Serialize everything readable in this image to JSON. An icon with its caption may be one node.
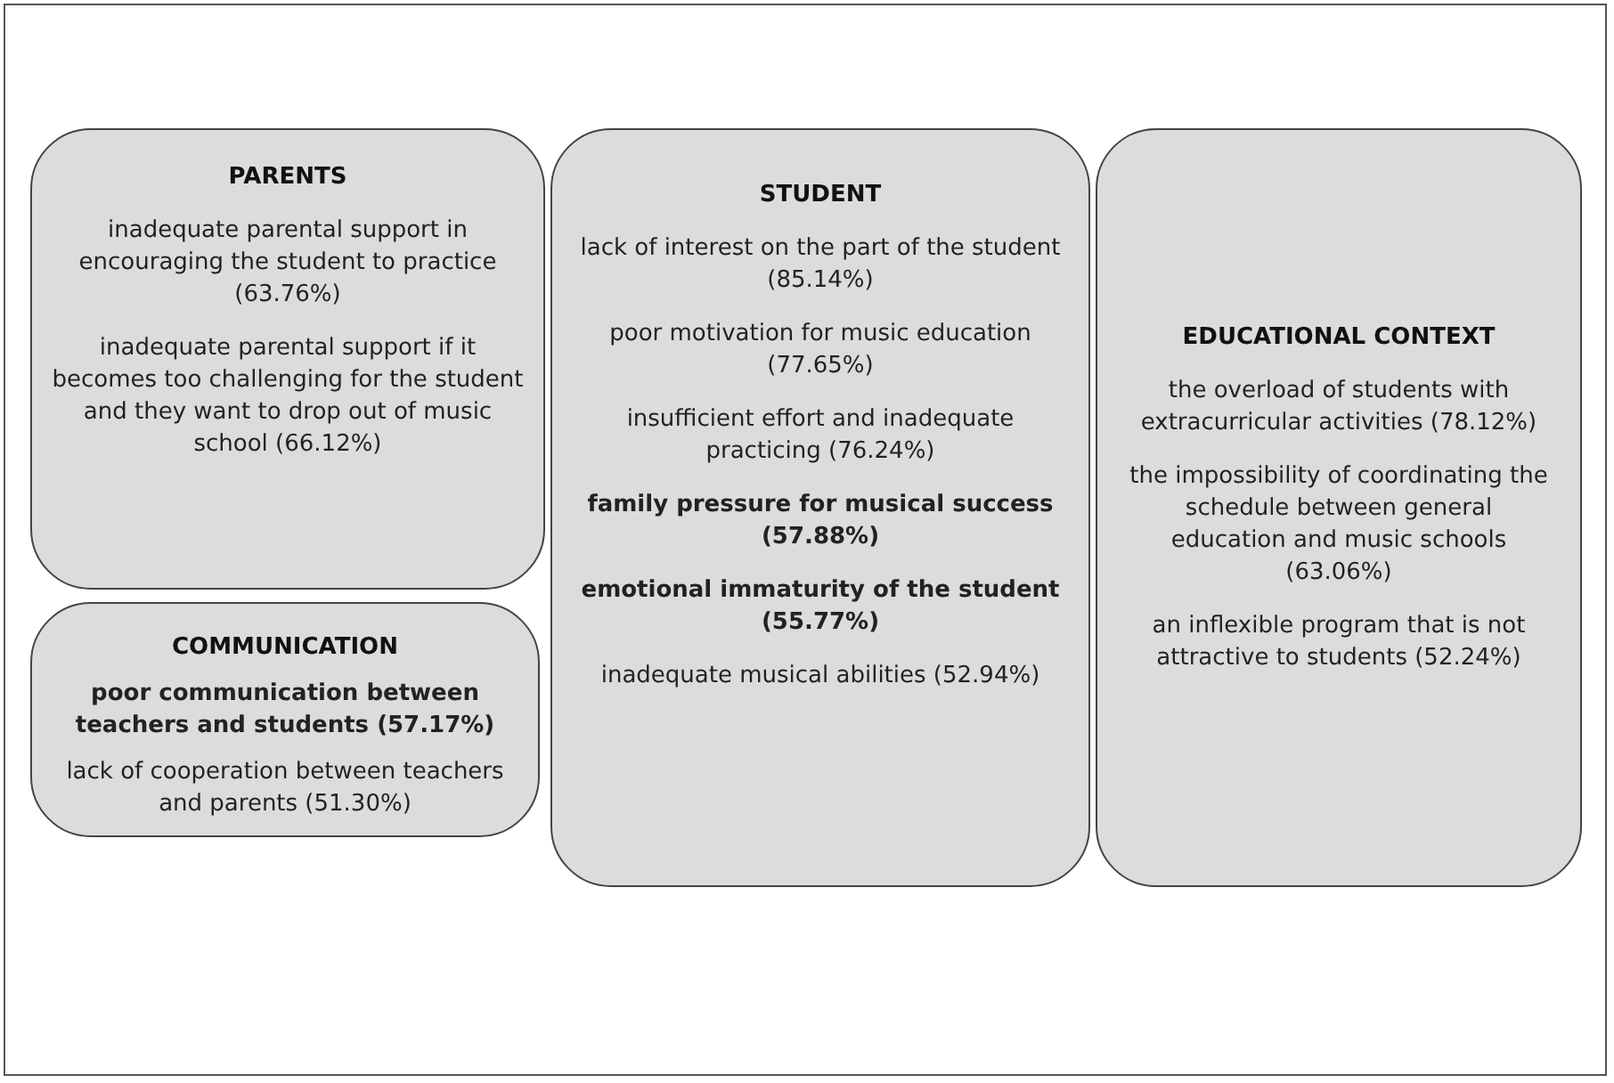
{
  "diagram": {
    "nodes": [
      {
        "text": [
          "PARENTS",
          "inadequate parental support in encouraging the student to practice (63.76%)",
          "inadequate parental support if it becomes too challenging for the student and they want to drop out of music school (66.12%)"
        ]
      },
      {
        "text": [
          "COMMUNICATION",
          "**poor communication between teachers and students (57.17%)**",
          "lack of cooperation between teachers and parents (51.30%)"
        ]
      },
      {
        "text": [
          "STUDENT",
          "lack of interest on the part of the student (85.14%)",
          "poor motivation for music education (77.65%)",
          "insufficient effort and inadequate practicing (76.24%)",
          "**family pressure for musical success (57.88%)**",
          "**emotional immaturity of the student (55.77%)**",
          "inadequate musical abilities (52.94%)"
        ]
      },
      {
        "text": [
          "EDUCATIONAL CONTEXT",
          "the overload of students with extracurricular activities (78.12%)",
          "the impossibility of coordinating the schedule between general education and music schools (63.06%)",
          "an inflexible program that is not attractive to students (52.24%)"
        ]
      }
    ]
  }
}
